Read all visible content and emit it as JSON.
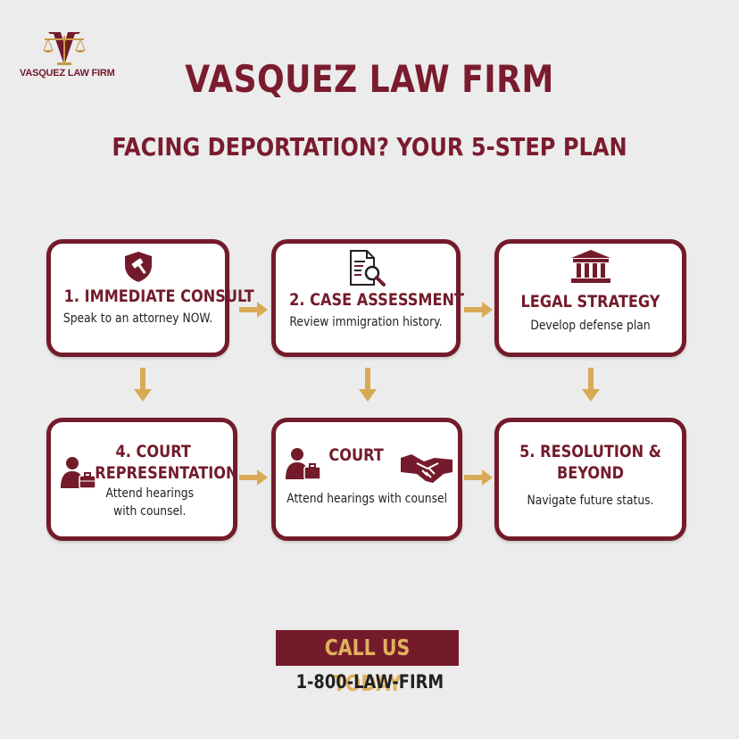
{
  "logo": {
    "text": "VASQUEZ LAW FIRM",
    "icon": "scales-monogram-icon"
  },
  "title": "VASQUEZ LAW FIRM",
  "subtitle": "FACING DEPORTATION? YOUR 5-STEP PLAN",
  "steps": [
    {
      "head1": "1. IMMEDIATE CONSULT",
      "desc1": "Speak to an attorney NOW.",
      "icon": "shield-gavel-icon"
    },
    {
      "head1": "2. CASE ASSESSMENT",
      "desc1": "Review immigration history.",
      "icon": "document-magnifier-icon"
    },
    {
      "head1": "LEGAL STRATEGY",
      "desc1": "Develop defense plan",
      "icon": "courthouse-icon"
    },
    {
      "head1": "4. COURT",
      "head2": "REPRESENTATION",
      "desc1": "Attend hearings",
      "desc2": "with counsel.",
      "icon": "lawyer-briefcase-icon"
    },
    {
      "head1": "COURT",
      "desc1": "Attend hearings with counsel",
      "icon": "lawyer-handshake-icon"
    },
    {
      "head1": "5. RESOLUTION &",
      "head2": "BEYOND",
      "desc1": "Navigate future status.",
      "icon": "none"
    }
  ],
  "cta": {
    "label": "CALL US TODAY",
    "phone": "1-800-LAW-FIRM"
  },
  "colors": {
    "maroon": "#731b2b",
    "gold": "#d9aa55",
    "background": "#ececec"
  }
}
